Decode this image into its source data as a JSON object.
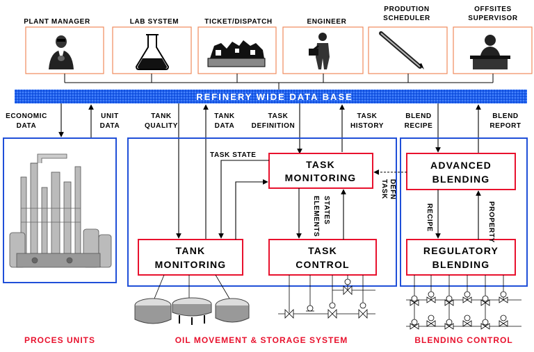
{
  "roles": [
    "PLANT MANAGER",
    "LAB SYSTEM",
    "TICKET/DISPATCH",
    "ENGINEER"
  ],
  "scheduler": [
    "PRODUTION",
    "SCHEDULER"
  ],
  "offsites": [
    "OFFSITES",
    "SUPERVISOR"
  ],
  "database": "REFINERY WIDE DATA BASE",
  "flows": {
    "economic": [
      "ECONOMIC",
      "DATA"
    ],
    "unit": [
      "UNIT",
      "DATA"
    ],
    "tank_quality": [
      "TANK",
      "QUALITY"
    ],
    "tank_data": [
      "TANK",
      "DATA"
    ],
    "task_definition": [
      "TASK",
      "DEFINITION"
    ],
    "task_history": [
      "TASK",
      "HISTORY"
    ],
    "blend_recipe": [
      "BLEND",
      "RECIPE"
    ],
    "blend_report": [
      "BLEND",
      "REPORT"
    ],
    "task_state": "TASK STATE",
    "elements": "ELEMENTS",
    "states": "STATES",
    "task_defn": [
      "TASK",
      "DEFN"
    ],
    "recipe": "RECIPE",
    "property": "PROPERTY"
  },
  "boxes": {
    "task_monitoring": [
      "TASK",
      "MONITORING"
    ],
    "tank_monitoring": [
      "TANK",
      "MONITORING"
    ],
    "task_control": [
      "TASK",
      "CONTROL"
    ],
    "advanced_blending": [
      "ADVANCED",
      "BLENDING"
    ],
    "regulatory_blending": [
      "REGULATORY",
      "BLENDING"
    ]
  },
  "sections": {
    "proces_units": "PROCES UNITS",
    "oil_movement": "OIL MOVEMENT & STORAGE SYSTEM",
    "blending_control": "BLENDING CONTROL"
  },
  "colors": {
    "red": "#e8112d",
    "blue": "#1f4fd8",
    "orange": "#f08a5c"
  }
}
